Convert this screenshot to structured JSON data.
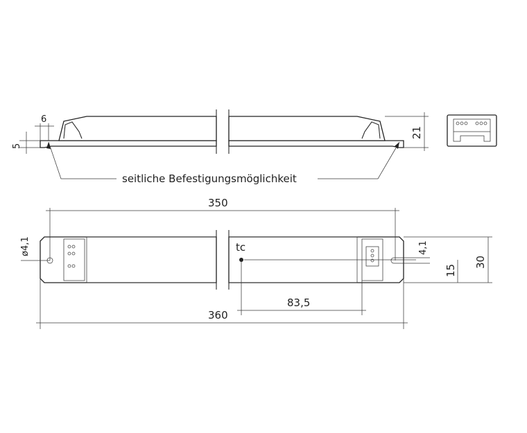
{
  "labels": {
    "mounting_note": "seitliche Befestigungsmöglichkeit",
    "tc": "tc"
  },
  "dimensions": {
    "flange_height": "5",
    "flange_width": "6",
    "height": "21",
    "hole_diameter": "ø4,1",
    "slot_width": "4,1",
    "width_mm": "30",
    "hole_offset": "15",
    "mounting_distance": "350",
    "total_length": "360",
    "tc_distance": "83,5"
  }
}
